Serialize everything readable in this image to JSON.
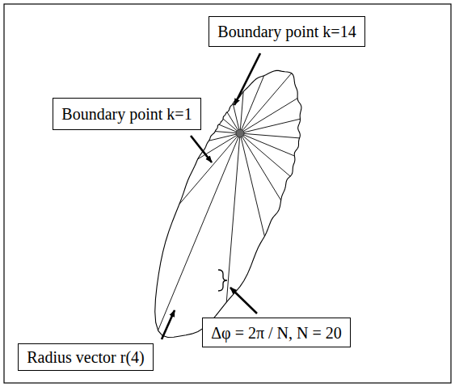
{
  "diagram": {
    "nodes": [
      {
        "text": [
          "Boundary point k=14"
        ]
      },
      {
        "text": [
          "Boundary point k=1"
        ]
      },
      {
        "text": [
          "Δφ = 2π / N, N = 20"
        ]
      },
      {
        "text": [
          "Radius vector r(4)"
        ]
      }
    ]
  }
}
